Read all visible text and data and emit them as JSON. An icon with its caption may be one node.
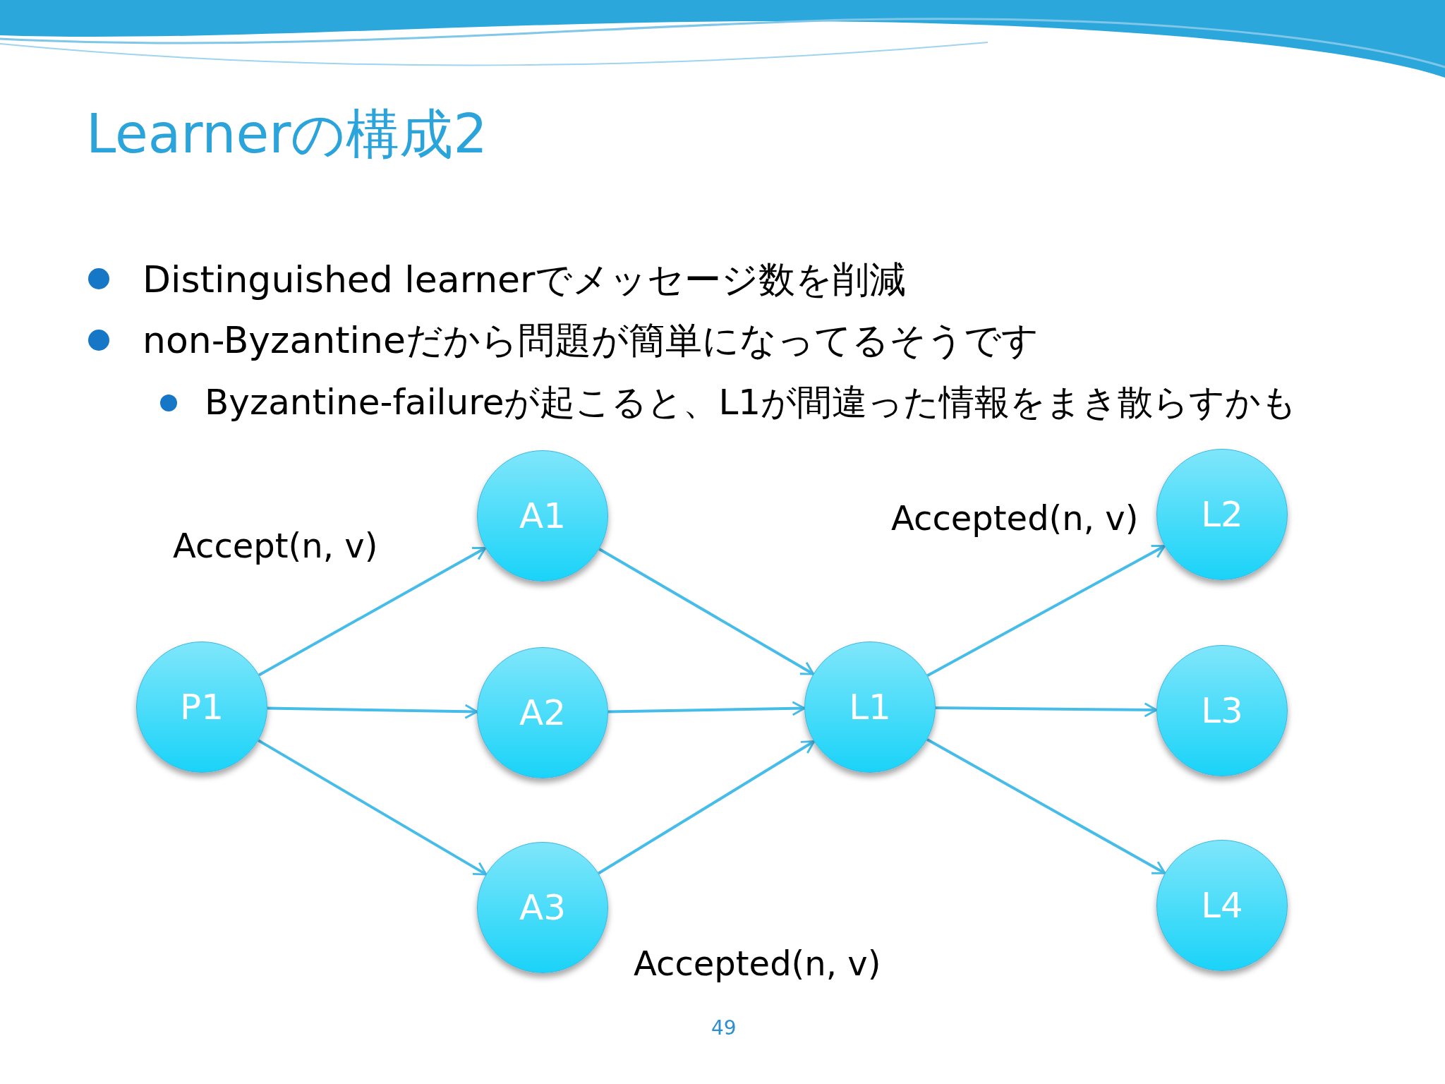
{
  "diagram": {
    "title": "Learnerの構成2",
    "nodes": [
      {
        "text": [
          "P1"
        ]
      },
      {
        "text": [
          "A1"
        ]
      },
      {
        "text": [
          "A2"
        ]
      },
      {
        "text": [
          "A3"
        ]
      },
      {
        "text": [
          "L1"
        ]
      },
      {
        "text": [
          "L2"
        ]
      },
      {
        "text": [
          "L3"
        ]
      },
      {
        "text": [
          "L4"
        ]
      }
    ],
    "edges": [
      {
        "from": 0,
        "to": 1,
        "arrow": "to"
      },
      {
        "from": 0,
        "to": 2,
        "arrow": "to"
      },
      {
        "from": 0,
        "to": 3,
        "arrow": "to"
      },
      {
        "from": 1,
        "to": 4,
        "arrow": "to"
      },
      {
        "from": 2,
        "to": 4,
        "arrow": "to"
      },
      {
        "from": 3,
        "to": 4,
        "arrow": "to"
      },
      {
        "from": 4,
        "to": 5,
        "arrow": "to"
      },
      {
        "from": 4,
        "to": 6,
        "arrow": "to"
      },
      {
        "from": 4,
        "to": 7,
        "arrow": "to"
      }
    ],
    "labels": [
      "Distinguished learnerでメッセージ数を削減",
      "non-Byzantineだから問題が簡単になってるそうです",
      "Byzantine-failureが起こると、L1が間違った情報をまき散らすかも",
      "Accept(n, v)",
      "Accepted(n, v)",
      "Accepted(n, v)",
      "49"
    ]
  }
}
